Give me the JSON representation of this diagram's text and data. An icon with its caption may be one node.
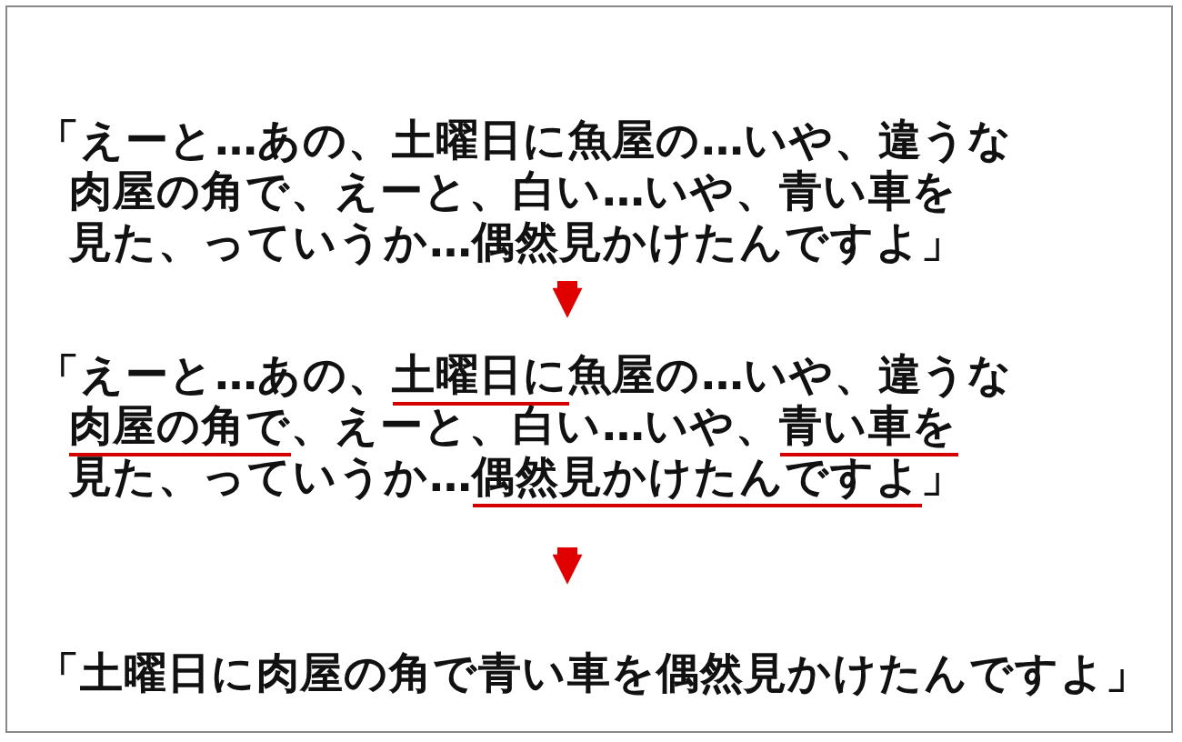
{
  "diagram": {
    "nodes": [
      {
        "text": [
          "「えーと…あの、土曜日に魚屋の…いや、違うな肉屋の角で、えーと、白い…いや、青い車を見た、っていうか…偶然見かけたんですよ」"
        ]
      },
      {
        "text": [
          "「えーと…あの、土曜日に魚屋の…いや、違うな肉屋の角で、えーと、白い…いや、青い車を見た、っていうか…偶然見かけたんですよ」"
        ]
      },
      {
        "text": [
          "「土曜日に肉屋の角で青い車を偶然見かけたんですよ」"
        ]
      }
    ],
    "edges": [
      {
        "from": 0,
        "to": 1,
        "arrow": "to"
      },
      {
        "from": 1,
        "to": 2,
        "arrow": "to"
      }
    ]
  }
}
